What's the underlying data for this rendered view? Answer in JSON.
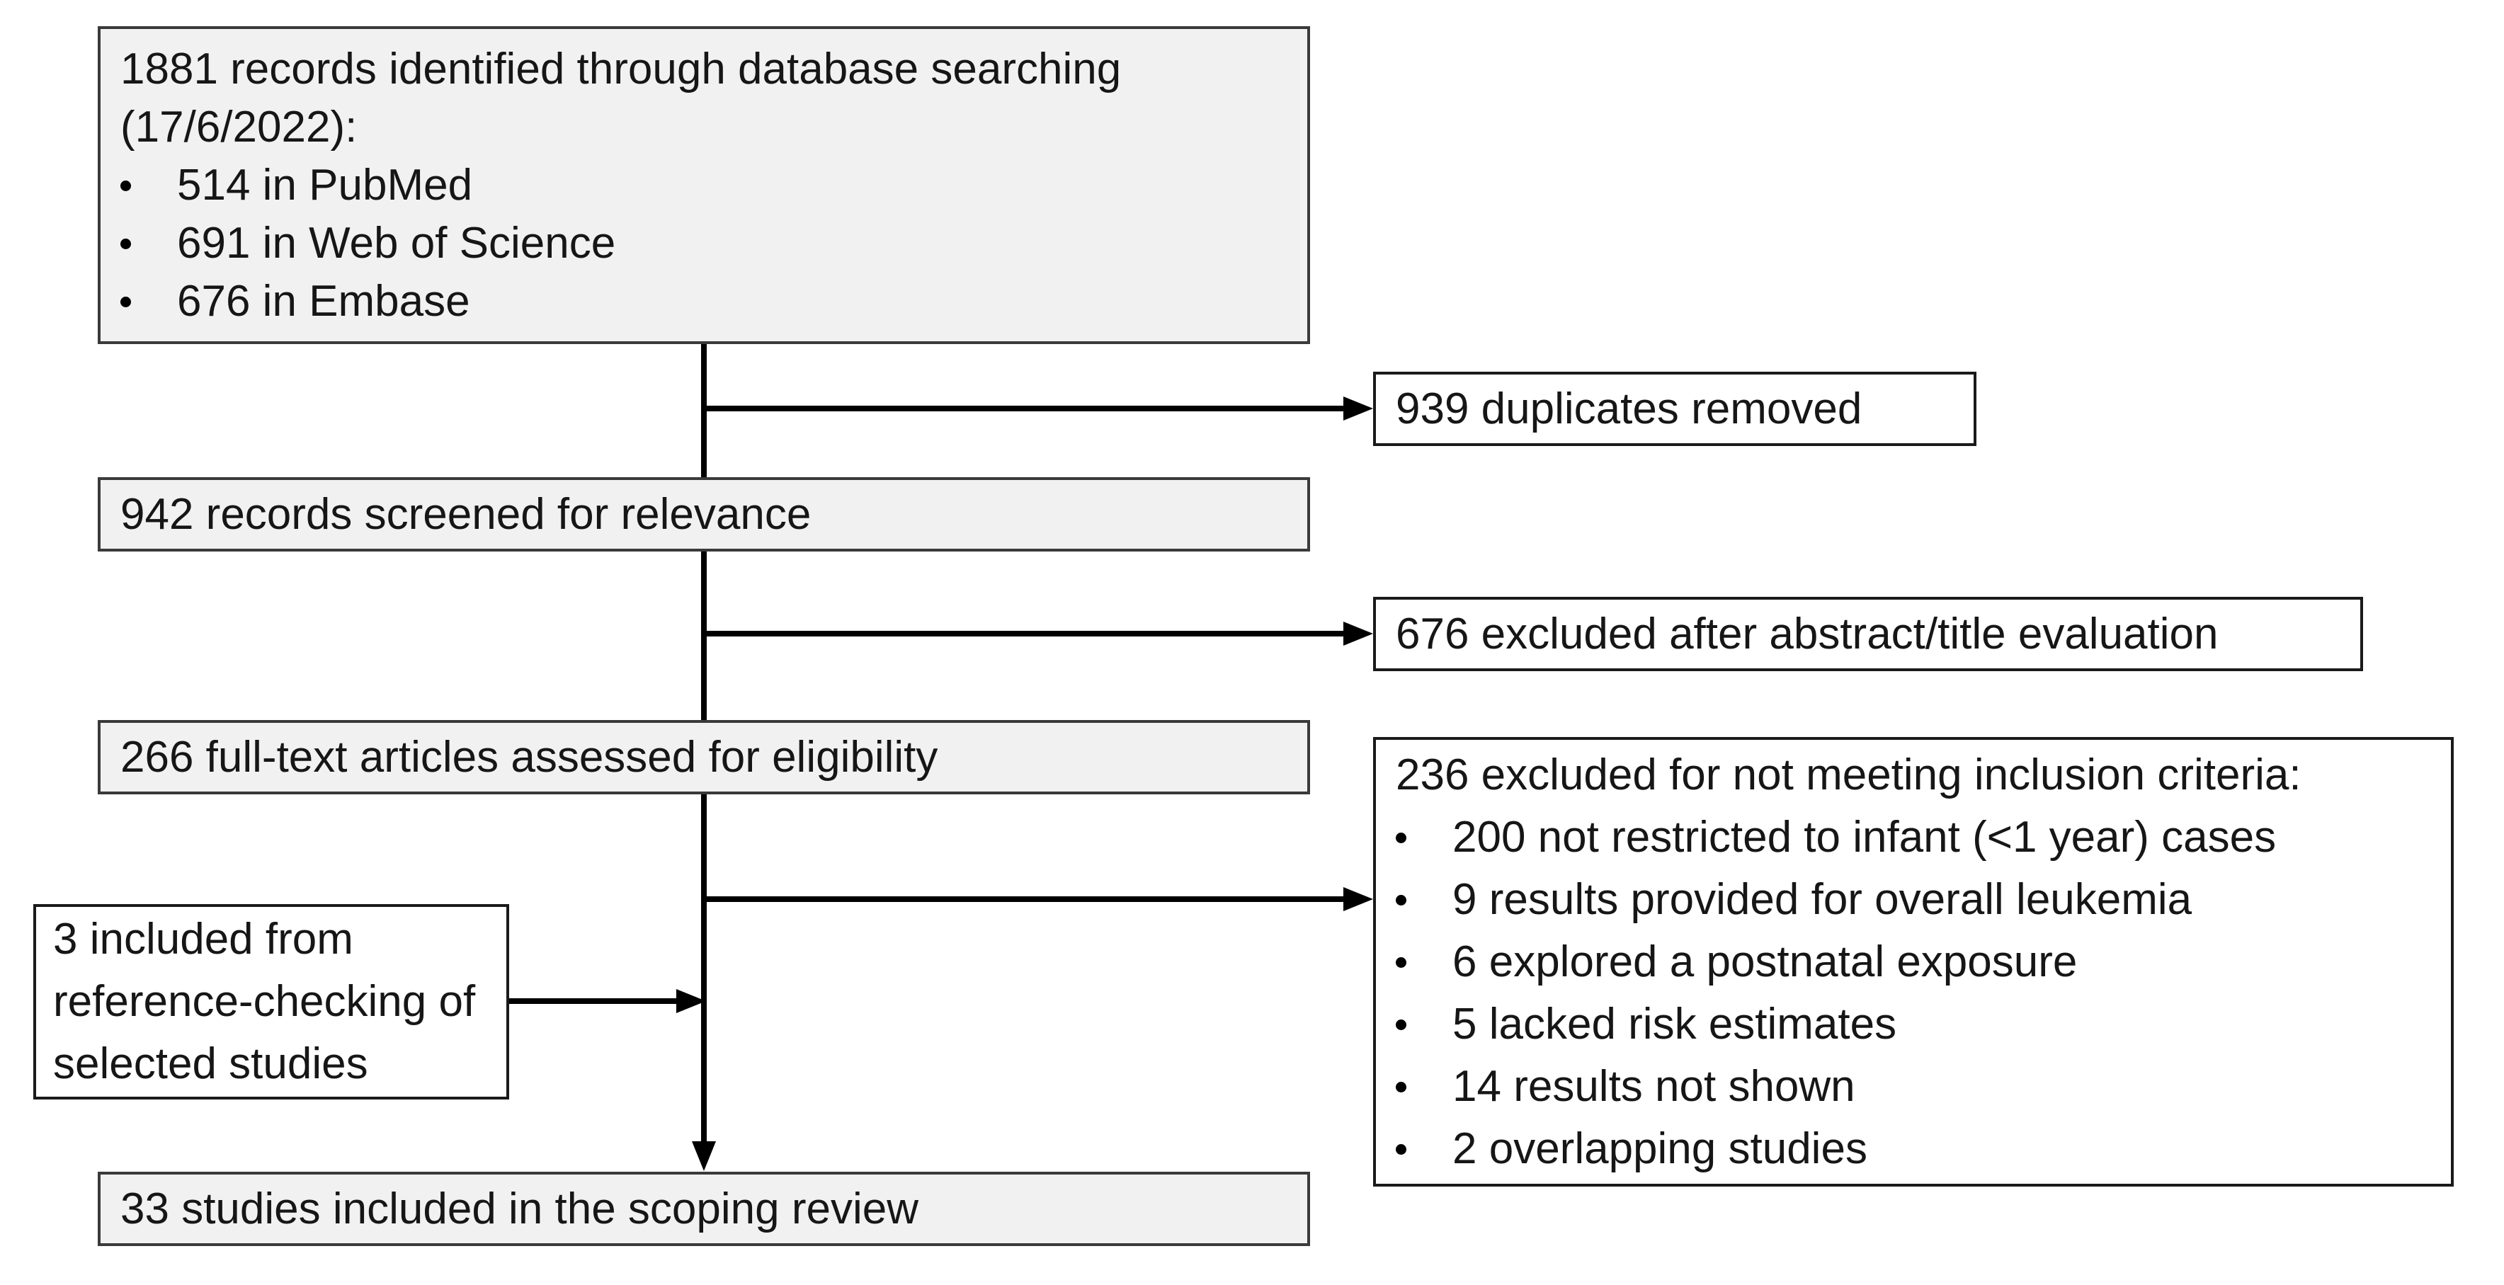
{
  "figure": "study-selection-flow-diagram",
  "boxes": {
    "identified": {
      "title": "1881 records identified through database searching (17/6/2022):",
      "items": [
        "514 in PubMed",
        "691 in Web of Science",
        "676 in Embase"
      ]
    },
    "duplicates": {
      "label": "939 duplicates removed"
    },
    "screened": {
      "label": "942 records screened for relevance"
    },
    "abstract_excluded": {
      "label": "676 excluded after abstract/title evaluation"
    },
    "fulltext": {
      "label": "266 full-text articles assessed for eligibility"
    },
    "excluded": {
      "title": "236 excluded for not meeting inclusion criteria:",
      "items": [
        "200 not restricted to infant (<1 year) cases",
        "9 results provided for overall leukemia",
        "6 explored a postnatal exposure",
        "5 lacked risk estimates",
        "14 results not shown",
        "2 overlapping studies"
      ]
    },
    "reference": {
      "label": "3 included from reference-checking of selected studies"
    },
    "included": {
      "label": "33 studies included in the scoping review"
    }
  },
  "colors": {
    "fill_gray": "#f1f1f1",
    "fill_white": "#ffffff",
    "border_gray": "#3a3a3a",
    "border_white": "#1a1a1a",
    "line_color": "#000000",
    "text_color": "#161616"
  }
}
